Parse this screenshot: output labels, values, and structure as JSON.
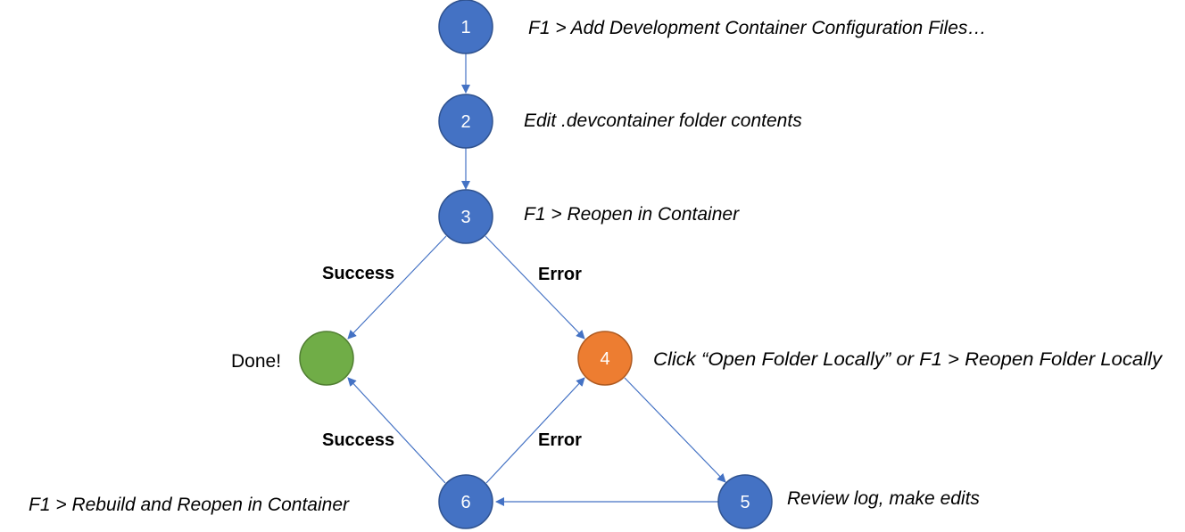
{
  "colors": {
    "node_blue": "#4472C4",
    "node_blue_stroke": "#2F528F",
    "node_green": "#70AD47",
    "node_orange": "#ED7D31",
    "arrow": "#4472C4"
  },
  "nodes": {
    "n1": {
      "label": "1",
      "text": "F1 > Add Development Container Configuration Files…"
    },
    "n2": {
      "label": "2",
      "text": "Edit .devcontainer folder contents"
    },
    "n3": {
      "label": "3",
      "text": "F1 > Reopen in Container"
    },
    "n4": {
      "label": "4",
      "text": "Click “Open Folder Locally” or F1 > Reopen Folder Locally"
    },
    "n5": {
      "label": "5",
      "text": "Review log, make edits"
    },
    "n6": {
      "label": "6",
      "text": "F1 > Rebuild and Reopen in Container"
    },
    "done": {
      "text": "Done!"
    }
  },
  "edges": {
    "e3_done": "Success",
    "e3_4": "Error",
    "e6_done": "Success",
    "e6_4": "Error"
  }
}
